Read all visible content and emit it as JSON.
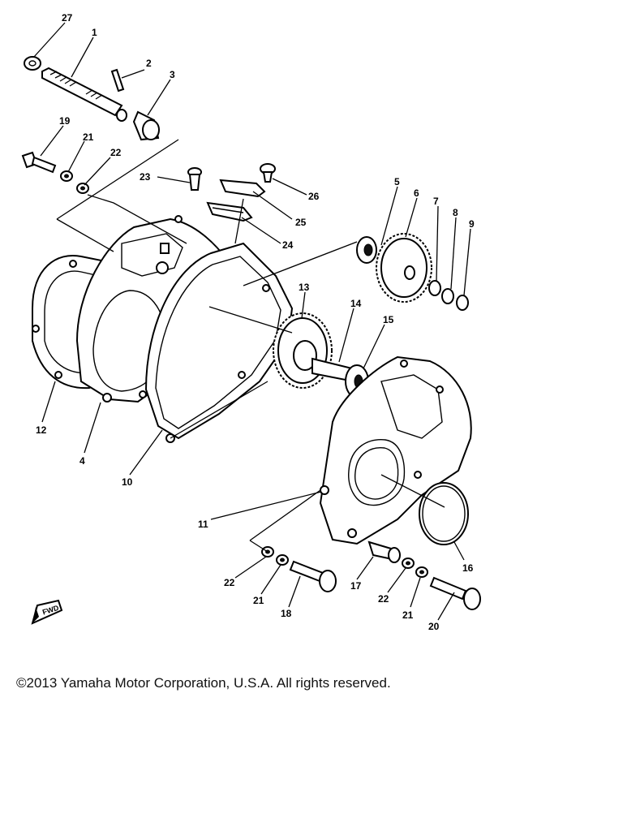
{
  "callouts": [
    "27",
    "1",
    "2",
    "3",
    "19",
    "21",
    "22",
    "23",
    "26",
    "25",
    "24",
    "5",
    "6",
    "7",
    "8",
    "9",
    "13",
    "14",
    "15",
    "12",
    "4",
    "10",
    "11",
    "16",
    "22",
    "21",
    "18",
    "17",
    "22",
    "21",
    "20"
  ],
  "fwd_label": "FWD",
  "copyright": "©2013 Yamaha Motor Corporation, U.S.A. All rights reserved."
}
